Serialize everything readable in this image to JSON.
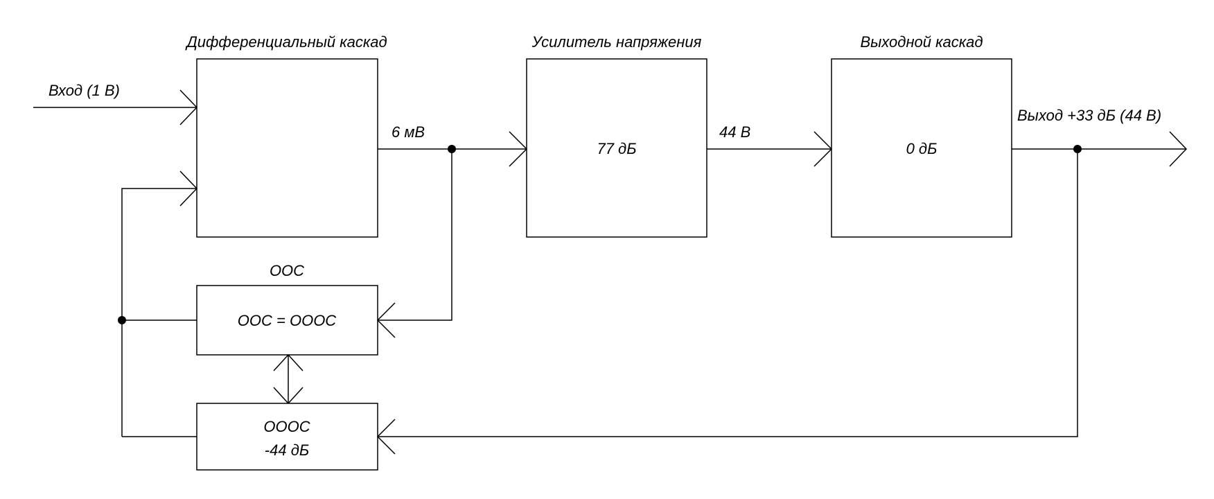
{
  "blocks": {
    "diff_stage": {
      "title": "Дифференциальный каскад"
    },
    "voltage_amp": {
      "title": "Усилитель напряжения",
      "gain": "77 дБ"
    },
    "output_stage": {
      "title": "Выходной каскад",
      "gain": "0 дБ"
    },
    "ooc": {
      "title": "ООС",
      "text": "ООС = ОООС"
    },
    "oooc": {
      "line1": "ОООС",
      "line2": "-44 дБ"
    }
  },
  "signals": {
    "input": "Вход (1 В)",
    "diff_out": "6 мВ",
    "vamp_out": "44 В",
    "output": "Выход +33 дБ (44 В)"
  }
}
